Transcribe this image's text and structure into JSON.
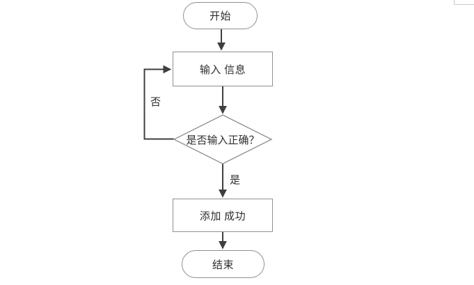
{
  "flowchart": {
    "nodes": {
      "start": {
        "type": "terminal",
        "label": "开始"
      },
      "input": {
        "type": "process",
        "label": "输入 信息"
      },
      "decision": {
        "type": "decision",
        "label": "是否输入正确？"
      },
      "success": {
        "type": "process",
        "label": "添加 成功"
      },
      "end": {
        "type": "terminal",
        "label": "结束"
      }
    },
    "edges": {
      "start_to_input": {
        "from": "start",
        "to": "input",
        "label": ""
      },
      "input_to_decision": {
        "from": "input",
        "to": "decision",
        "label": ""
      },
      "decision_no_loop": {
        "from": "decision",
        "to": "input",
        "label": "否"
      },
      "decision_to_success": {
        "from": "decision",
        "to": "success",
        "label": "是"
      },
      "success_to_end": {
        "from": "success",
        "to": "end",
        "label": ""
      }
    },
    "colors": {
      "background": "#ffffff",
      "shape_border": "#909090",
      "arrow": "#3f3f3f",
      "text": "#2e2e2e",
      "corner_border": "#c9c9c9"
    }
  }
}
